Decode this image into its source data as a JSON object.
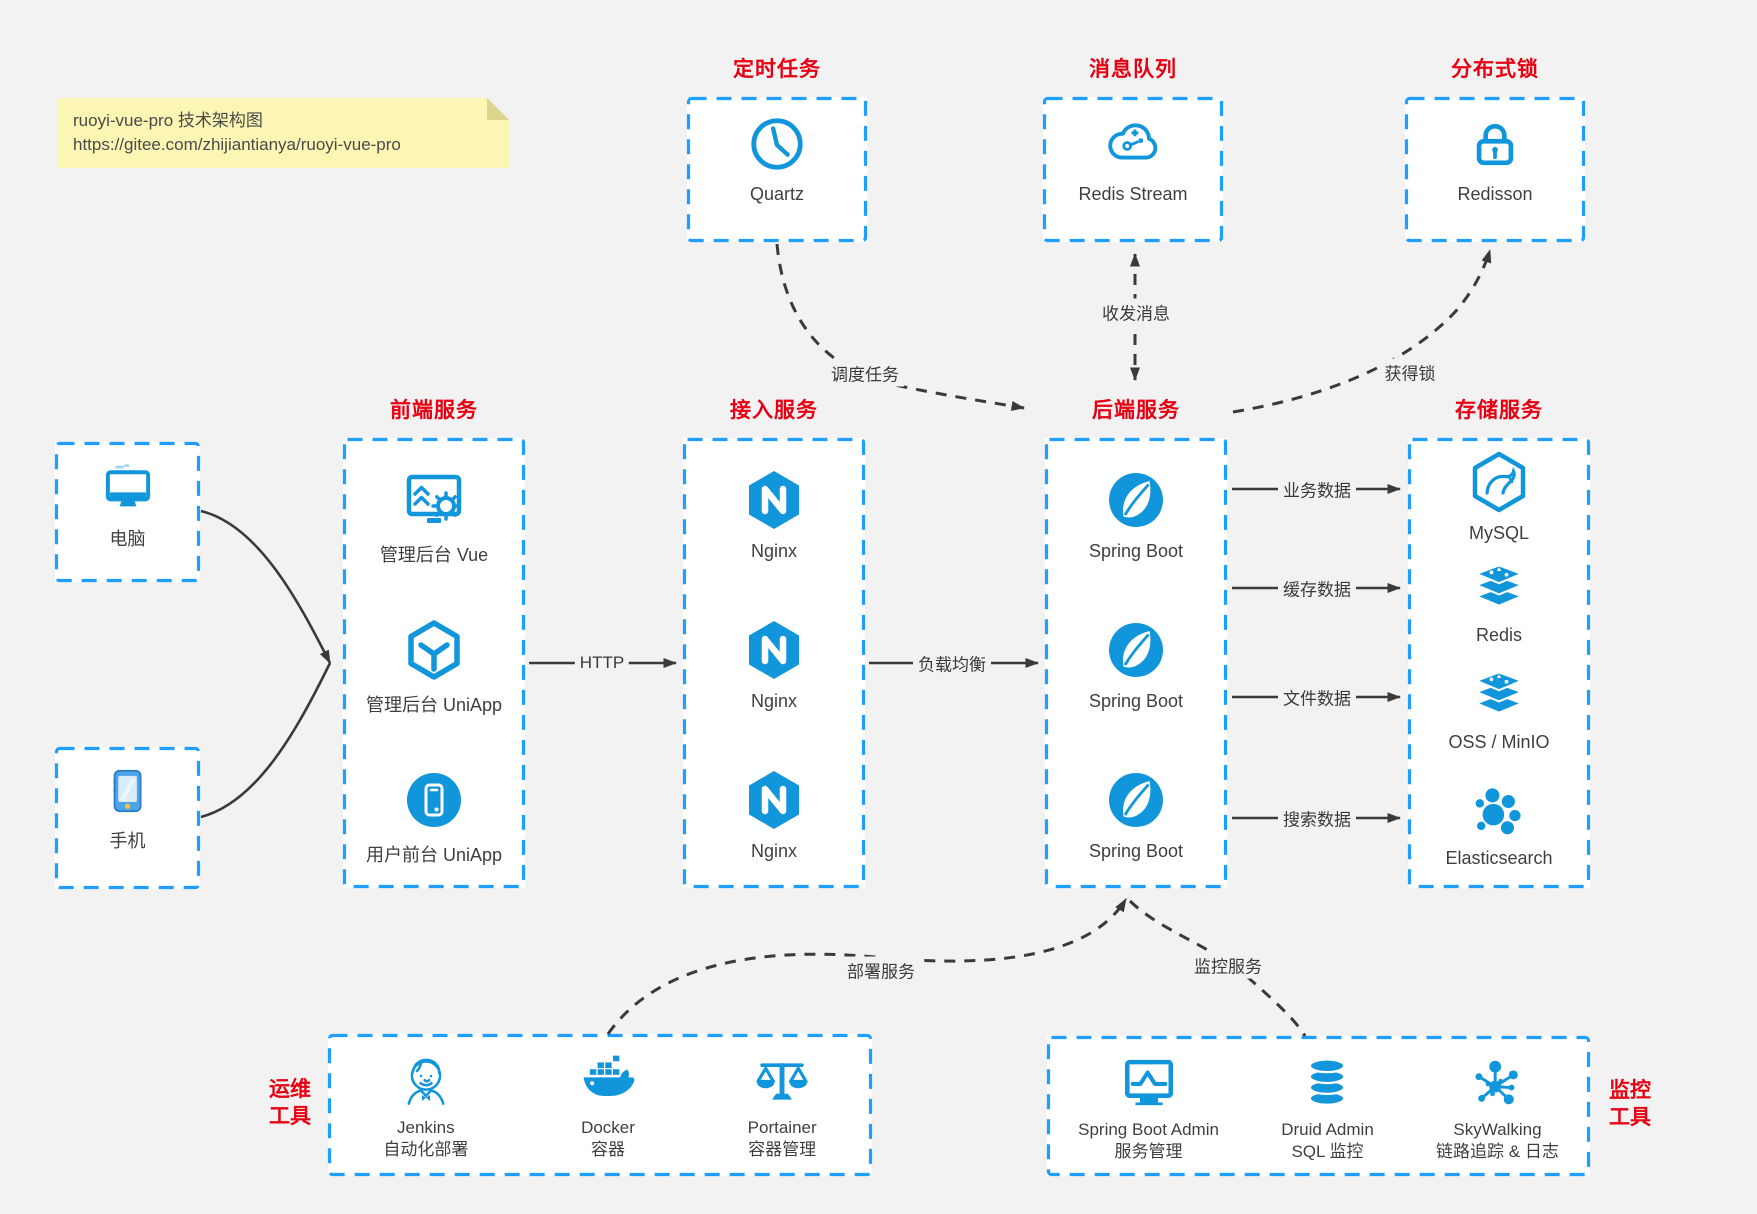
{
  "title_note": {
    "line1": "ruoyi-vue-pro 技术架构图",
    "line2": "https://gitee.com/zhijiantianya/ruoyi-vue-pro"
  },
  "colors": {
    "canvas_bg": "#f2f2f2",
    "box_border_blue": "#1e9fff",
    "icon_blue": "#1296db",
    "title_red": "#e60012",
    "line_dark": "#3a3a3a",
    "note_bg": "#fbf6b4"
  },
  "top_groups": [
    {
      "title": "定时任务",
      "icon": "clock-icon",
      "label": "Quartz"
    },
    {
      "title": "消息队列",
      "icon": "cloud-network-icon",
      "label": "Redis Stream"
    },
    {
      "title": "分布式锁",
      "icon": "lock-icon",
      "label": "Redisson"
    }
  ],
  "clients": [
    {
      "icon": "desktop-icon",
      "label": "电脑"
    },
    {
      "icon": "smartphone-icon",
      "label": "手机"
    }
  ],
  "columns": [
    {
      "title": "前端服务",
      "items": [
        {
          "icon": "admin-vue-icon",
          "label": "管理后台 Vue"
        },
        {
          "icon": "uniapp-cube-icon",
          "label": "管理后台 UniApp"
        },
        {
          "icon": "user-app-circle-icon",
          "label": "用户前台 UniApp"
        }
      ]
    },
    {
      "title": "接入服务",
      "items": [
        {
          "icon": "nginx-icon",
          "label": "Nginx"
        },
        {
          "icon": "nginx-icon",
          "label": "Nginx"
        },
        {
          "icon": "nginx-icon",
          "label": "Nginx"
        }
      ]
    },
    {
      "title": "后端服务",
      "items": [
        {
          "icon": "spring-boot-icon",
          "label": "Spring Boot"
        },
        {
          "icon": "spring-boot-icon",
          "label": "Spring Boot"
        },
        {
          "icon": "spring-boot-icon",
          "label": "Spring Boot"
        }
      ]
    },
    {
      "title": "存储服务",
      "items": [
        {
          "icon": "mysql-icon",
          "label": "MySQL"
        },
        {
          "icon": "redis-cube-icon",
          "label": "Redis"
        },
        {
          "icon": "redis-cube-icon",
          "label": "OSS / MinIO"
        },
        {
          "icon": "elasticsearch-icon",
          "label": "Elasticsearch"
        }
      ]
    }
  ],
  "bottom_groups": [
    {
      "side_label": [
        "运维",
        "工具"
      ],
      "items": [
        {
          "icon": "jenkins-icon",
          "label": "Jenkins",
          "sublabel": "自动化部署"
        },
        {
          "icon": "docker-icon",
          "label": "Docker",
          "sublabel": "容器"
        },
        {
          "icon": "portainer-icon",
          "label": "Portainer",
          "sublabel": "容器管理"
        }
      ]
    },
    {
      "side_label": [
        "监控",
        "工具"
      ],
      "items": [
        {
          "icon": "spring-boot-admin-icon",
          "label": "Spring Boot Admin",
          "sublabel": "服务管理"
        },
        {
          "icon": "druid-icon",
          "label": "Druid Admin",
          "sublabel": "SQL 监控"
        },
        {
          "icon": "skywalking-icon",
          "label": "SkyWalking",
          "sublabel": "链路追踪 & 日志"
        }
      ]
    }
  ],
  "edges": {
    "http": "HTTP",
    "load_balance": "负载均衡",
    "schedule": "调度任务",
    "messaging": "收发消息",
    "lock": "获得锁",
    "business_data": "业务数据",
    "cache_data": "缓存数据",
    "file_data": "文件数据",
    "search_data": "搜索数据",
    "deploy": "部署服务",
    "monitor": "监控服务"
  }
}
